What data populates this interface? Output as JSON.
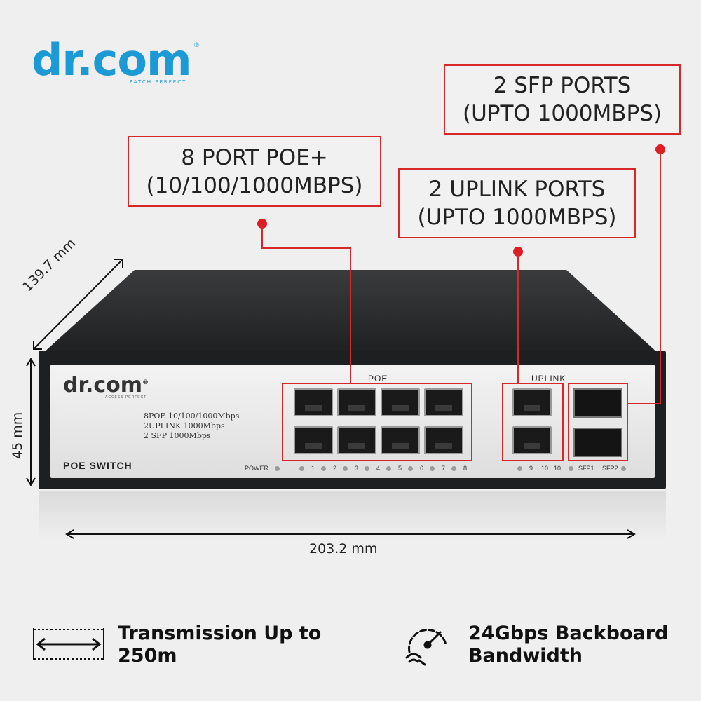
{
  "brand": {
    "name": "dr.com",
    "tagline": "PATCH PERFECT",
    "reg": "®"
  },
  "callouts": {
    "sfp": [
      "2 SFP PORTS",
      "(UPTO 1000MBPS)"
    ],
    "poe": [
      "8 PORT POE+",
      "(10/100/1000MBPS)"
    ],
    "uplink": [
      "2 UPLINK PORTS",
      "(UPTO 1000MBPS)"
    ]
  },
  "dimensions": {
    "depth": "139.7 mm",
    "height": "45 mm",
    "width": "203.2 mm"
  },
  "device": {
    "logo": "dr.com",
    "logo_tag": "ACCESS PERFECT",
    "logo_reg": "®",
    "specs": [
      "8POE 10/100/1000Mbps",
      "2UPLINK 1000Mbps",
      "2 SFP 1000Mbps"
    ],
    "model": "POE SWITCH",
    "group_poe": "POE",
    "group_uplink": "UPLINK",
    "power_label": "POWER",
    "poe_led_labels": [
      "1",
      "2",
      "3",
      "4",
      "5",
      "6",
      "7",
      "8"
    ],
    "uplink_led_labels": [
      "9",
      "10",
      "10"
    ],
    "sfp_led_labels": [
      "SFP1",
      "SFP2"
    ]
  },
  "features": {
    "transmission": [
      "Transmission Up to",
      "250m"
    ],
    "bandwidth": [
      "24Gbps Backboard",
      "Bandwidth"
    ]
  },
  "colors": {
    "accent_blue": "#1b9ad6",
    "callout_red": "#d62828",
    "dot_red": "#e11b22"
  }
}
